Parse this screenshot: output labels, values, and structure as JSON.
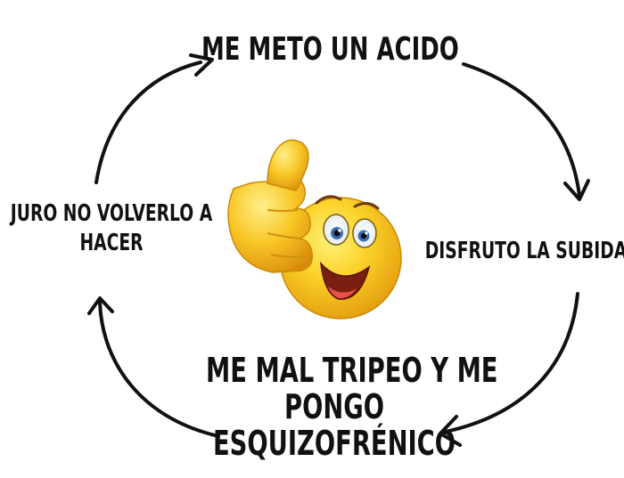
{
  "diagram": {
    "type": "cycle",
    "steps": {
      "top": "ME METO UN ACIDO",
      "right": "DISFRUTO LA SUBIDA",
      "bottom": [
        "ME MAL TRIPEO Y ME",
        "PONGO",
        "ESQUIZOFRÉNICO"
      ],
      "left": [
        "JURO NO VOLVERLO A",
        "HACER"
      ]
    },
    "center_image": "thumbs-up-smiley-emoji",
    "colors": {
      "arrow": "#111111",
      "text": "#111111",
      "emoji_face": "#f7c11c",
      "emoji_hand": "#f5b917"
    }
  }
}
